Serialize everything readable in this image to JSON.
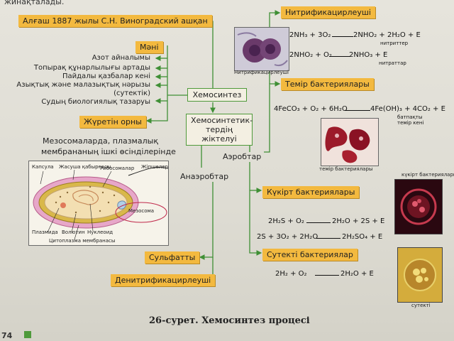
{
  "top_text": "жинақталады.",
  "labels": {
    "discovery": "Алғаш 1887 жылы С.Н. Виноградский ашқан",
    "meaning": "Мәні",
    "habitat": "Жүретін орны",
    "nitrifying": "Нитрификацирлеуші",
    "iron": "Темір бактериялары",
    "sulfur": "Күкірт бактериялары",
    "hydrogen": "Сутекті бактериялар",
    "sulfate": "Сульфатты",
    "denitrifying": "Денитрификацирлеуші"
  },
  "boxes": {
    "chemosynthesis": "Хемосинтез",
    "decomposition_line1": "Хемосинтетик-",
    "decomposition_line2": "тердің жіктелуі"
  },
  "meaning_items": [
    "Азот айналымы",
    "Топырақ құнарлылығы артады",
    "Пайдалы қазбалар кені",
    "Азықтық және малазықтық нәрызы",
    "(сутектік)",
    "Судың биологиялық тазаруы"
  ],
  "aerobic": "Аэробтар",
  "anaerobic": "Анаэробтар",
  "mesosome_text_line1": "Мезосомаларда, плазмалық",
  "mesosome_text_line2": "мембрананың ішкі өсінділерінде",
  "cell_labels": {
    "capsule": "Капсула",
    "cell_wall": "Жасуша қабырғасы",
    "ribosomes": "Рибосомалар",
    "flagellum": "Жіпшелер",
    "mesosome": "Мезосома",
    "plasmid": "Плазмида",
    "volutin": "Волютин",
    "nucleoid": "Нуклеоид",
    "cytoplasm_membrane": "Цитоплазма мембранасы"
  },
  "photo_captions": {
    "nitrifying": "Нитрификацирлеуші",
    "iron": "темір бактериялары",
    "sulfur": "күкірт бактериялары",
    "hydrogen": "сутекті"
  },
  "equations": {
    "nitro1_left": "2NH₃ + 3O₂",
    "nitro1_right": "2NHO₂ + 2H₂O + E",
    "nitro1_product": "нитриттер",
    "nitro2_left": "2NHO₂ + O₂",
    "nitro2_right": "2NHO₃ + E",
    "nitro2_product": "нитраттар",
    "iron_left": "4FeCO₃ + O₂ + 6H₂O",
    "iron_right": "4Fe(OH)₃ + 4CO₂ + E",
    "iron_product_line1": "батпақты",
    "iron_product_line2": "темір кені",
    "sulfur1_left": "2H₂S + O₂",
    "sulfur1_right": "2H₂O + 2S + E",
    "sulfur2_left": "2S + 3O₂ + 2H₂O",
    "sulfur2_right": "2H₂SO₄ + E",
    "hydrogen_left": "2H₂ + O₂",
    "hydrogen_right": "2H₂O + E"
  },
  "caption": "26-сурет. Хемосинтез процесі",
  "page_number": "74"
}
